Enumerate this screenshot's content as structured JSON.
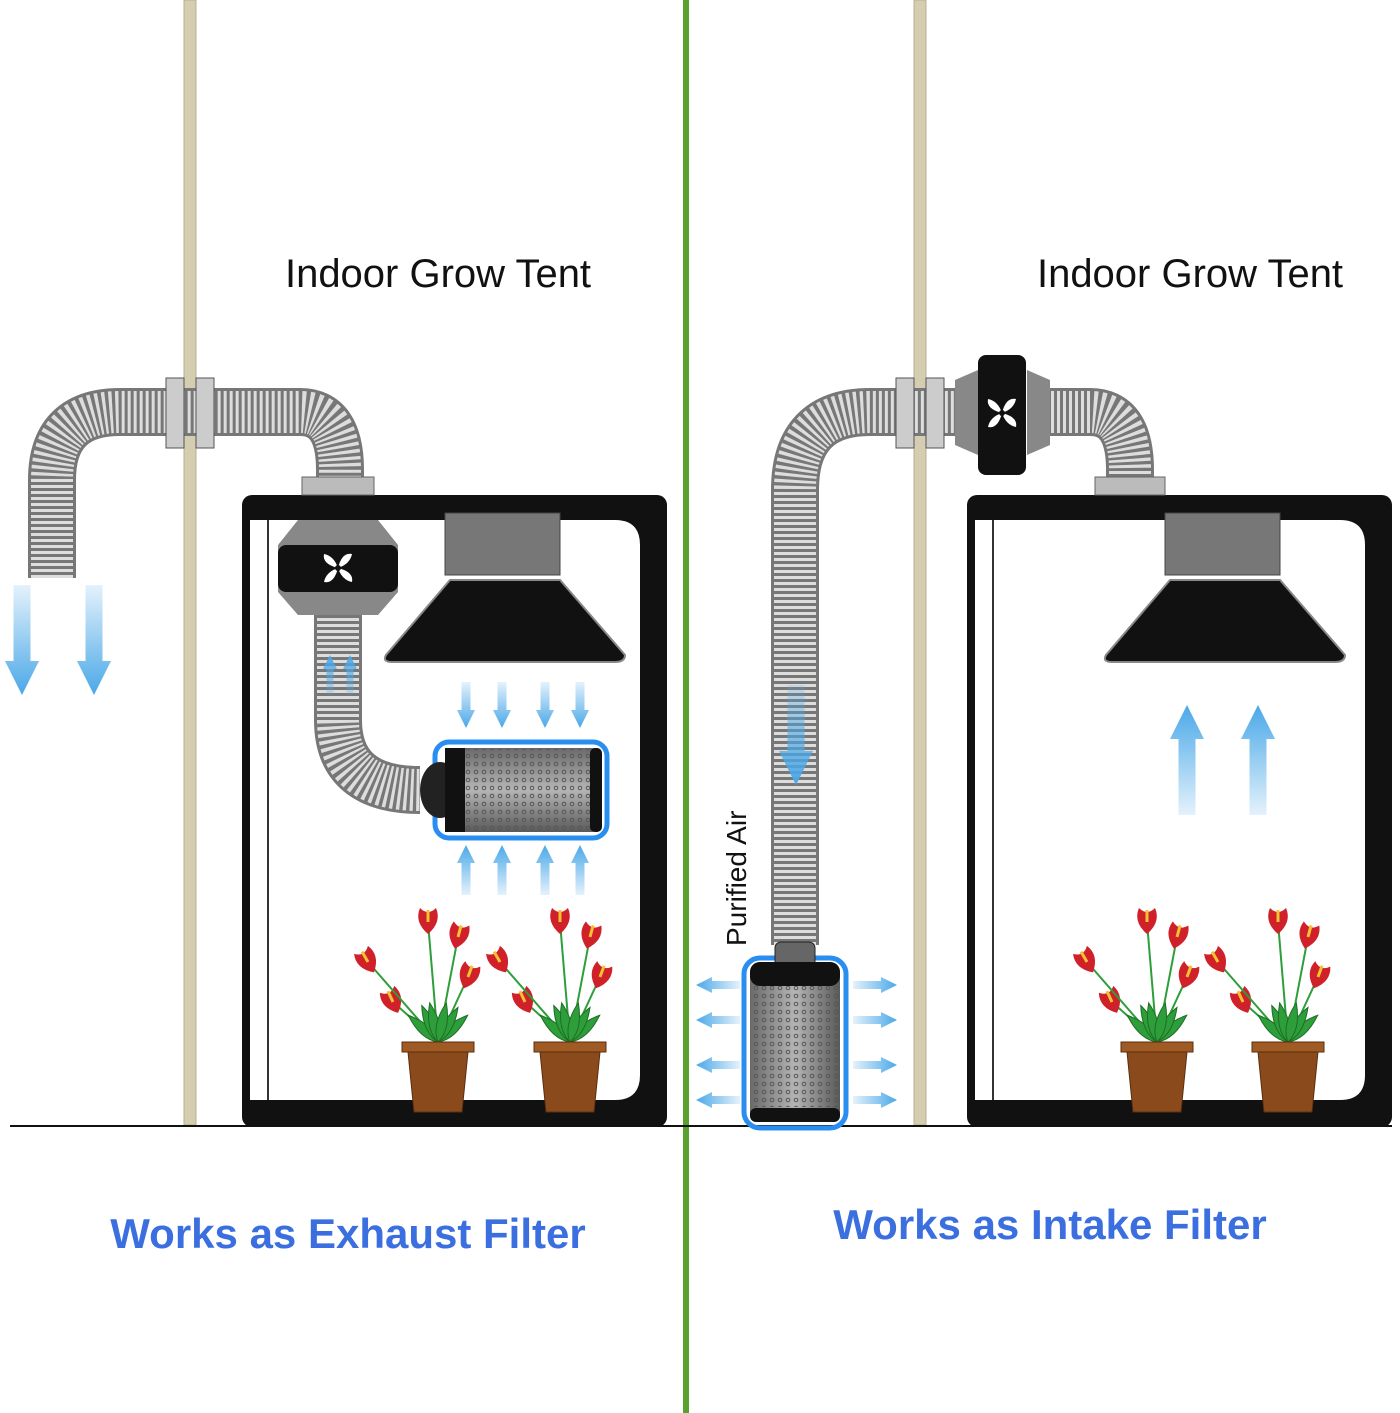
{
  "left_panel": {
    "title": "Indoor Grow Tent",
    "caption": "Works as Exhaust Filter"
  },
  "right_panel": {
    "title": "Indoor Grow Tent",
    "caption": "Works as Intake Filter",
    "duct_label": "Purified Air"
  },
  "colors": {
    "caption": "#3b6fe0",
    "divider": "#5aa02c",
    "pole": "#d5cdb0",
    "airflow": "#4aa8e8",
    "tent": "#111111",
    "pot": "#8a4a1c",
    "leaf": "#2e9e3a",
    "flower": "#d0202a"
  },
  "icons": [
    "fan-icon",
    "carbon-filter-icon",
    "duct-icon",
    "airflow-arrow-icon",
    "plant-icon",
    "grow-light-hood-icon"
  ]
}
